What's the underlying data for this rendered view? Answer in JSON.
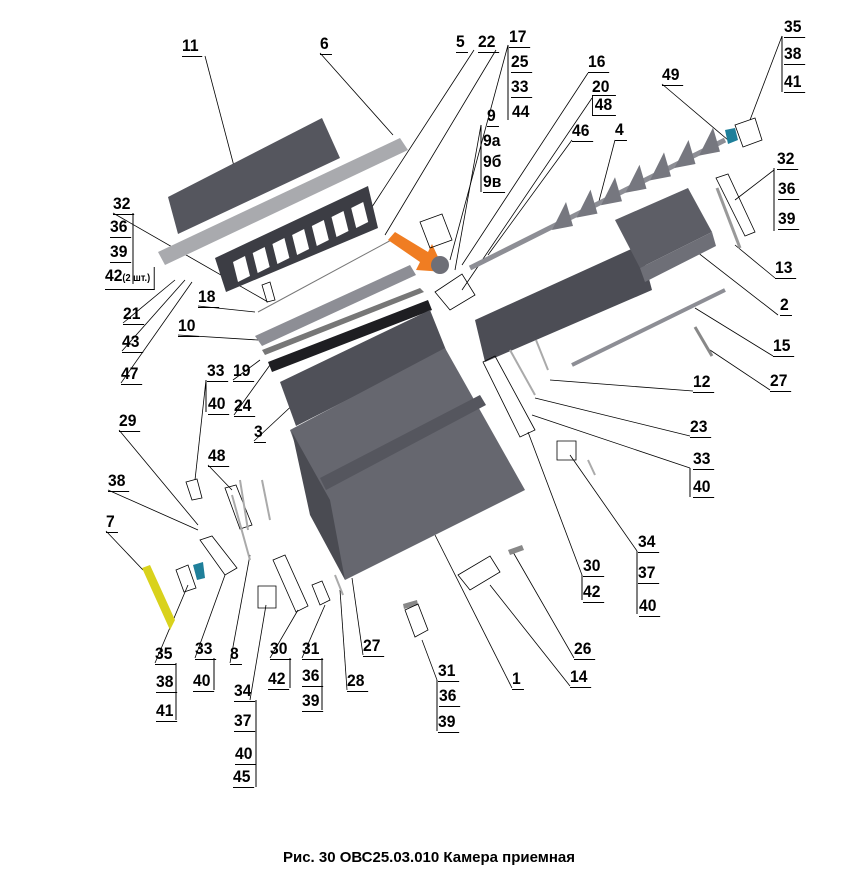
{
  "caption": "Рис. 30 ОВС25.03.010 Камера приемная",
  "colors": {
    "panel": "#5a5b63",
    "panel_light": "#8d8e95",
    "beam": "#a9aaae",
    "arrow": "#f07d22",
    "yellow": "#d9d21c",
    "blue": "#1f7f9a"
  },
  "labels": [
    "11",
    "6",
    "5",
    "22",
    "17",
    "25",
    "33",
    "44",
    "9",
    "9а",
    "9б",
    "9в",
    "16",
    "20",
    "48",
    "46",
    "4",
    "49",
    "35",
    "38",
    "41",
    "32",
    "36",
    "39",
    "13",
    "2",
    "15",
    "27",
    "12",
    "23",
    "33",
    "40",
    "34",
    "37",
    "40",
    "30",
    "42",
    "26",
    "14",
    "1",
    "31",
    "36",
    "39",
    "32",
    "36",
    "39",
    "42",
    "(2 шт.)",
    "21",
    "43",
    "47",
    "18",
    "10",
    "33",
    "40",
    "19",
    "24",
    "3",
    "29",
    "48",
    "38",
    "7",
    "35",
    "38",
    "41",
    "33",
    "40",
    "8",
    "30",
    "42",
    "31",
    "36",
    "39",
    "28",
    "27",
    "34",
    "37",
    "40",
    "45"
  ]
}
